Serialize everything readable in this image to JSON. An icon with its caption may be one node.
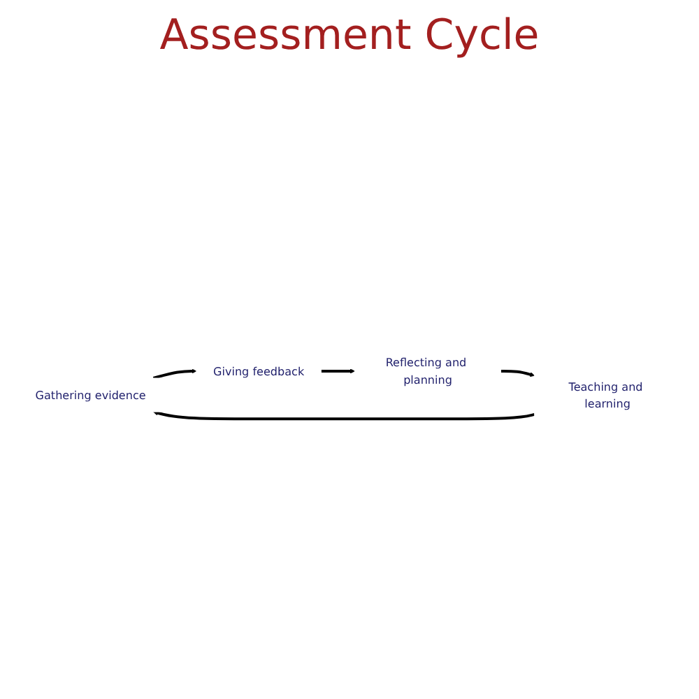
{
  "diagram": {
    "title": "Assessment Cycle",
    "nodes": [
      {
        "text": [
          "Gathering evidence"
        ]
      },
      {
        "text": [
          "Giving feedback"
        ]
      },
      {
        "text": [
          "Reflecting and planning"
        ]
      },
      {
        "text": [
          "Teaching and learning"
        ]
      }
    ],
    "edges": [
      {
        "from": 0,
        "to": 1,
        "arrow": "to"
      },
      {
        "from": 1,
        "to": 2,
        "arrow": "to"
      },
      {
        "from": 2,
        "to": 3,
        "arrow": "to"
      },
      {
        "from": 3,
        "to": 0,
        "arrow": "to"
      }
    ]
  }
}
